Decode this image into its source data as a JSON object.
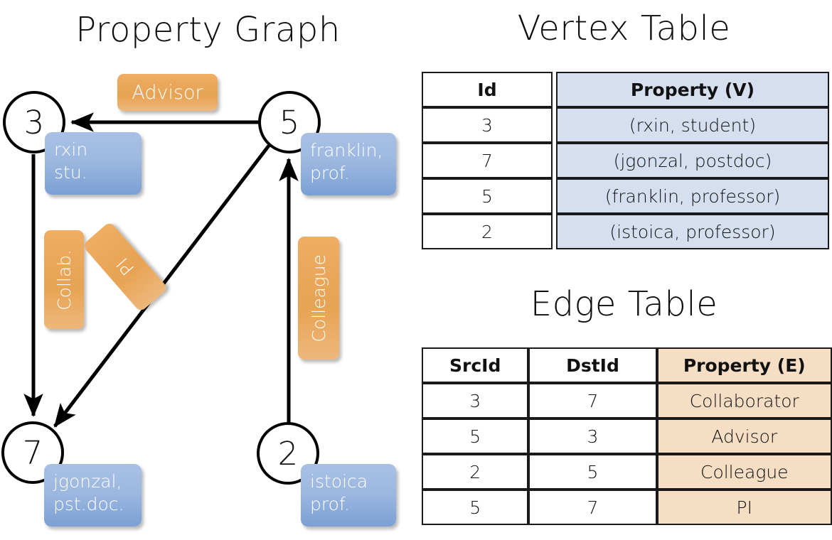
{
  "titles": {
    "property_graph": "Property Graph",
    "vertex_table": "Vertex Table",
    "edge_table": "Edge Table"
  },
  "graph": {
    "nodes": [
      {
        "id": "3",
        "label": "3",
        "property_lines": [
          "rxin",
          "stu."
        ]
      },
      {
        "id": "5",
        "label": "5",
        "property_lines": [
          "franklin,",
          "prof."
        ]
      },
      {
        "id": "7",
        "label": "7",
        "property_lines": [
          "jgonzal,",
          "pst.doc."
        ]
      },
      {
        "id": "2",
        "label": "2",
        "property_lines": [
          "istoica",
          "prof."
        ]
      }
    ],
    "edge_labels": {
      "advisor": "Advisor",
      "collab": "Collab.",
      "colleague": "Colleague",
      "pi": "PI"
    }
  },
  "vertex_table": {
    "headers": [
      "Id",
      "Property (V)"
    ],
    "rows": [
      [
        "3",
        "(rxin, student)"
      ],
      [
        "7",
        "(jgonzal, postdoc)"
      ],
      [
        "5",
        "(franklin, professor)"
      ],
      [
        "2",
        "(istoica, professor)"
      ]
    ]
  },
  "edge_table": {
    "headers": [
      "SrcId",
      "DstId",
      "Property (E)"
    ],
    "rows": [
      [
        "3",
        "7",
        "Collaborator"
      ],
      [
        "5",
        "3",
        "Advisor"
      ],
      [
        "2",
        "5",
        "Colleague"
      ],
      [
        "5",
        "7",
        "PI"
      ]
    ]
  },
  "colors": {
    "vertex_property_fill": "#D5DFF0",
    "edge_property_fill": "#F5DEC4",
    "node_box_blue": "#95B3DE",
    "edge_label_orange": "#E9A558",
    "stroke": "#000000"
  }
}
